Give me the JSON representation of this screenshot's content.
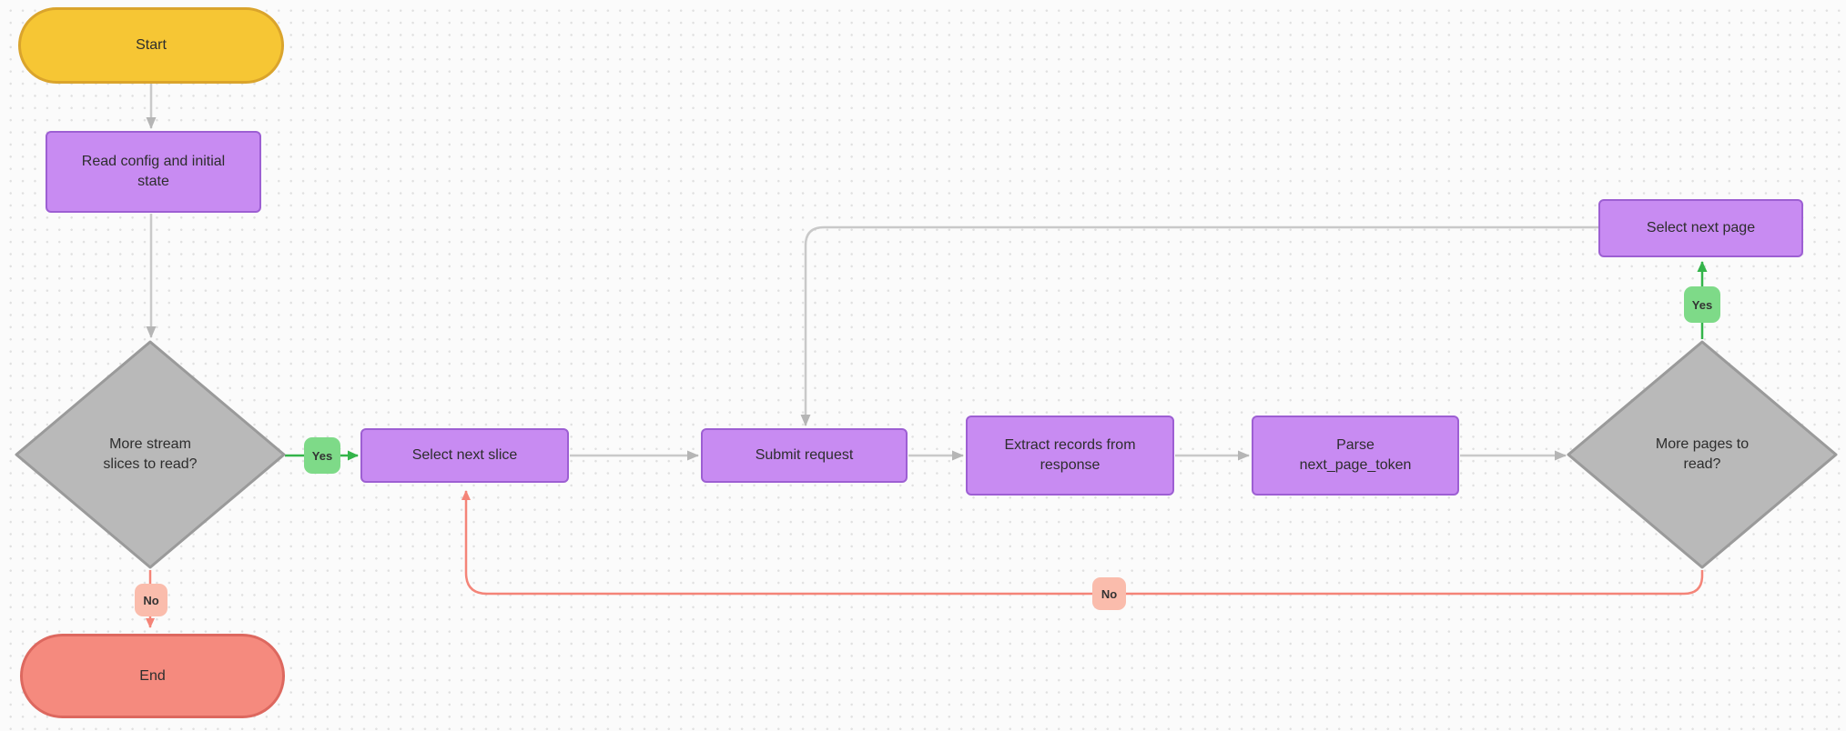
{
  "diagram": {
    "title": "stream read flowchart",
    "background_color": "#fbfbfb",
    "dot_grid_color": "#e0e0e0",
    "nodes": [
      {
        "id": "start",
        "shape": "terminal",
        "label": "Start",
        "lines": [
          "Start"
        ],
        "fill": "#f6c634",
        "border": "#daa42c"
      },
      {
        "id": "read-config",
        "shape": "process",
        "label": "Read config and initial state",
        "lines": [
          "Read config and initial",
          "state"
        ],
        "fill": "#c88bf2",
        "border": "#9d5fd3"
      },
      {
        "id": "more-stream-slices",
        "shape": "decision",
        "label": "More stream slices to read?",
        "lines": [
          "More stream",
          "slices to read?"
        ],
        "fill": "#b9b9b9",
        "border": "#9a9a9a"
      },
      {
        "id": "select-next-slice",
        "shape": "process",
        "label": "Select next slice",
        "lines": [
          "Select next slice"
        ],
        "fill": "#c88bf2",
        "border": "#9d5fd3"
      },
      {
        "id": "submit-request",
        "shape": "process",
        "label": "Submit request",
        "lines": [
          "Submit request"
        ],
        "fill": "#c88bf2",
        "border": "#9d5fd3"
      },
      {
        "id": "extract-records",
        "shape": "process",
        "label": "Extract records from response",
        "lines": [
          "Extract records from",
          "response"
        ],
        "fill": "#c88bf2",
        "border": "#9d5fd3"
      },
      {
        "id": "parse-next-page-token",
        "shape": "process",
        "label": "Parse next_page_token",
        "lines": [
          "Parse",
          "next_page_token"
        ],
        "fill": "#c88bf2",
        "border": "#9d5fd3"
      },
      {
        "id": "more-pages",
        "shape": "decision",
        "label": "More pages to read?",
        "lines": [
          "More pages to",
          "read?"
        ],
        "fill": "#b9b9b9",
        "border": "#9a9a9a"
      },
      {
        "id": "select-next-page",
        "shape": "process",
        "label": "Select next page",
        "lines": [
          "Select next page"
        ],
        "fill": "#c88bf2",
        "border": "#9d5fd3"
      },
      {
        "id": "end",
        "shape": "terminal",
        "label": "End",
        "lines": [
          "End"
        ],
        "fill": "#f58a7e",
        "border": "#dd685f"
      }
    ],
    "edge_labels": [
      {
        "id": "yes-more-slices",
        "label": "Yes",
        "color": "#7eda88"
      },
      {
        "id": "no-more-slices",
        "label": "No",
        "color": "#fabcac"
      },
      {
        "id": "yes-more-pages",
        "label": "Yes",
        "color": "#7eda88"
      },
      {
        "id": "no-more-pages",
        "label": "No",
        "color": "#fabcac"
      }
    ],
    "edge_colors": {
      "default": "#c9c9c9",
      "yes": "#34b44a",
      "no": "#f48478"
    }
  }
}
